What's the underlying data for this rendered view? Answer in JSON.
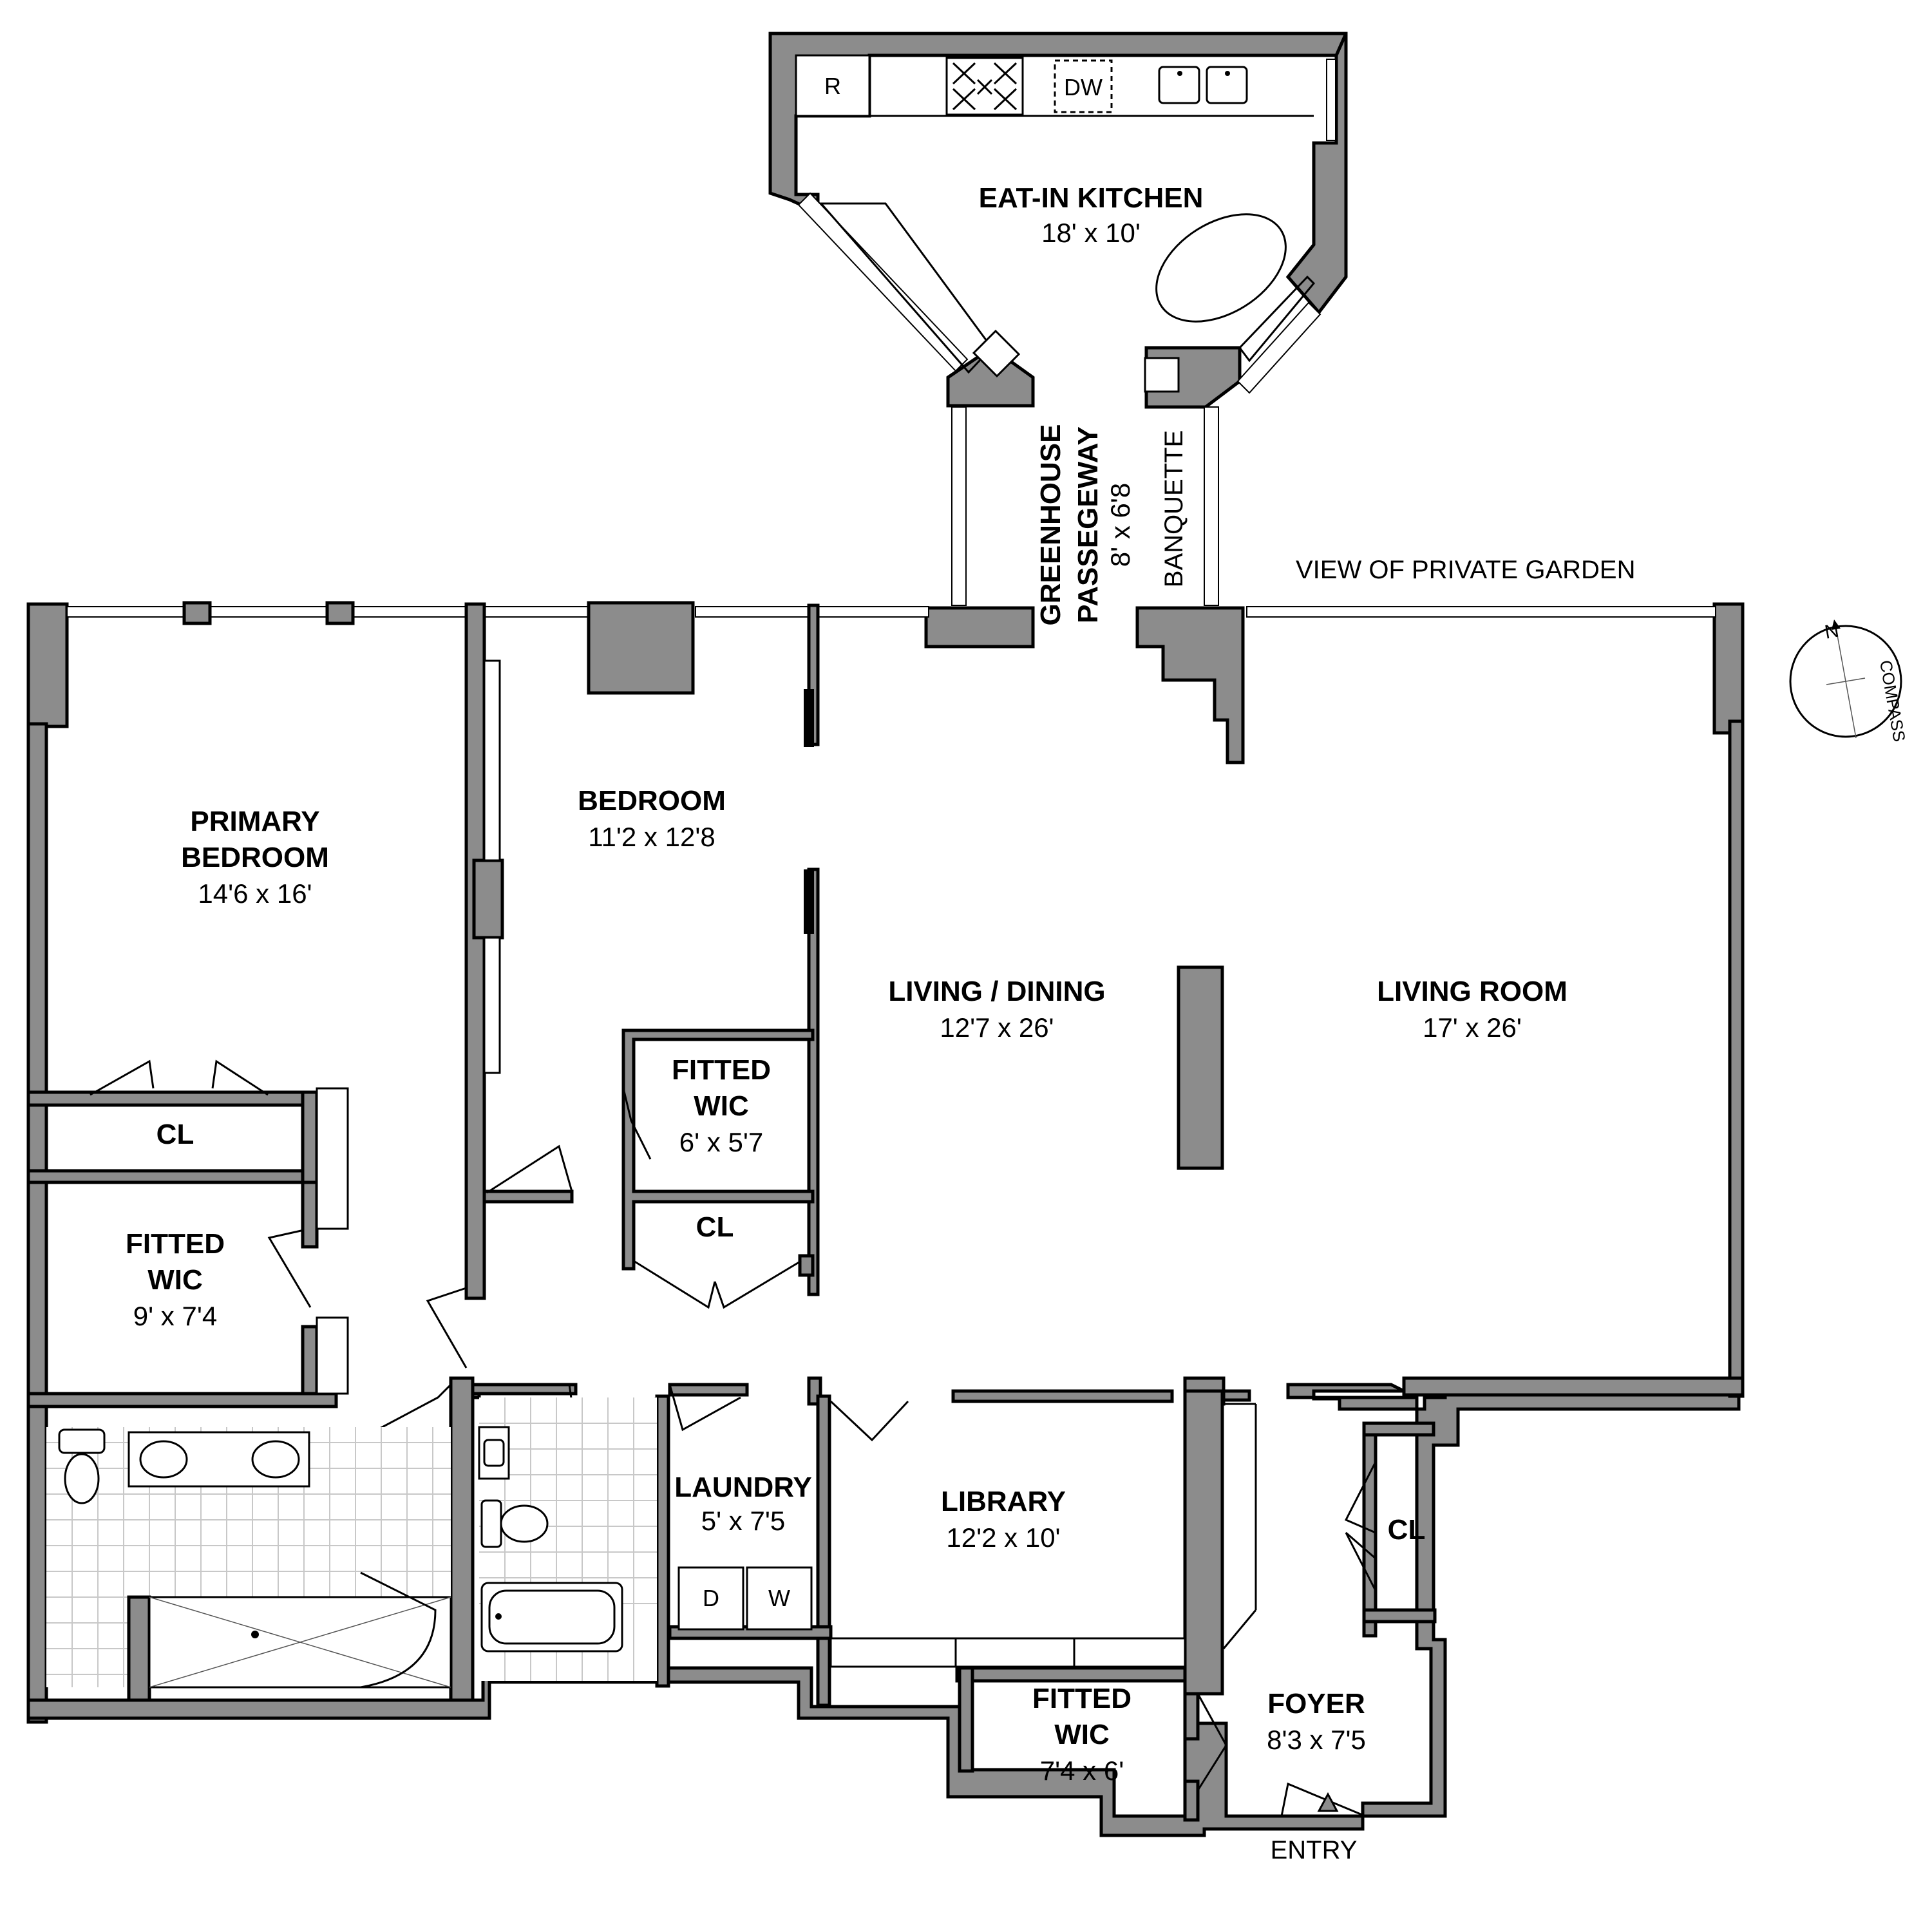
{
  "rooms": {
    "kitchen": {
      "name": "EAT-IN KITCHEN",
      "dims": "18' x 10'"
    },
    "greenhouse": {
      "name_line1": "GREENHOUSE",
      "name_line2": "PASSEGEWAY",
      "dims": "8' x 6'8"
    },
    "banquette": {
      "name": "BANQUETTE"
    },
    "primary_bedroom": {
      "name_line1": "PRIMARY",
      "name_line2": "BEDROOM",
      "dims": "14'6 x 16'"
    },
    "bedroom": {
      "name": "BEDROOM",
      "dims": "11'2 x 12'8"
    },
    "living_dining": {
      "name": "LIVING / DINING",
      "dims": "12'7 x 26'"
    },
    "living_room": {
      "name": "LIVING ROOM",
      "dims": "17' x 26'"
    },
    "wic_bedroom": {
      "name_line1": "FITTED",
      "name_line2": "WIC",
      "dims": "6' x 5'7"
    },
    "closet_bedroom": {
      "name": "CL"
    },
    "closet_primary": {
      "name": "CL"
    },
    "wic_primary": {
      "name_line1": "FITTED",
      "name_line2": "WIC",
      "dims": "9' x 7'4"
    },
    "laundry": {
      "name": "LAUNDRY",
      "dims": "5' x 7'5"
    },
    "library": {
      "name": "LIBRARY",
      "dims": "12'2 x 10'"
    },
    "closet_foyer": {
      "name": "CL"
    },
    "wic_foyer": {
      "name_line1": "FITTED",
      "name_line2": "WIC",
      "dims": "7'4 x 6'"
    },
    "foyer": {
      "name": "FOYER",
      "dims": "8'3 x 7'5"
    }
  },
  "appliances": {
    "refrigerator": "R",
    "dishwasher": "DW",
    "dryer": "D",
    "washer": "W"
  },
  "labels": {
    "view": "VIEW OF PRIVATE GARDEN",
    "entry": "ENTRY"
  },
  "compass": {
    "north": "N",
    "label": "COMPASS"
  }
}
